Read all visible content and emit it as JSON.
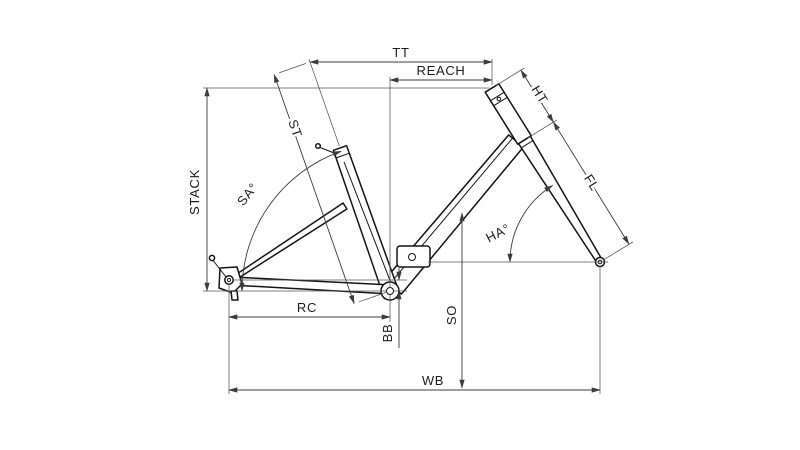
{
  "diagram": {
    "title": "bicycle-frame-geometry-drawing",
    "colors": {
      "background": "#ffffff",
      "frame_line": "#141414",
      "dimension_line": "#3c3c3c",
      "text": "#1c1c1c"
    },
    "labels": {
      "tt": "TT",
      "reach": "REACH",
      "ht": "HT",
      "st": "ST",
      "stack": "STACK",
      "sa": "SA°",
      "fl": "FL",
      "ha": "HA°",
      "rc": "RC",
      "bb": "BB",
      "so": "SO",
      "wb": "WB"
    }
  }
}
